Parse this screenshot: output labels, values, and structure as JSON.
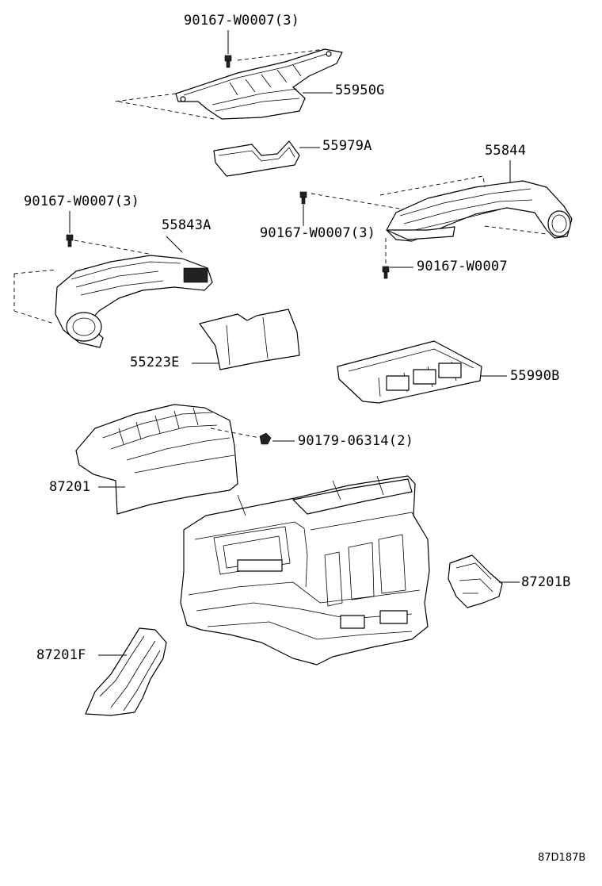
{
  "labels": {
    "bolt_top": "90167-W0007(3)",
    "p55950g": "55950G",
    "p55979a": "55979A",
    "p55844": "55844",
    "bolt_left": "90167-W0007(3)",
    "p55843a": "55843A",
    "bolt_mid": "90167-W0007(3)",
    "bolt_single": "90167-W0007",
    "p55223e": "55223E",
    "p55990b": "55990B",
    "nut": "90179-06314(2)",
    "p87201": "87201",
    "p87201b": "87201B",
    "p87201f": "87201F"
  },
  "diagram_id": "87D187B"
}
